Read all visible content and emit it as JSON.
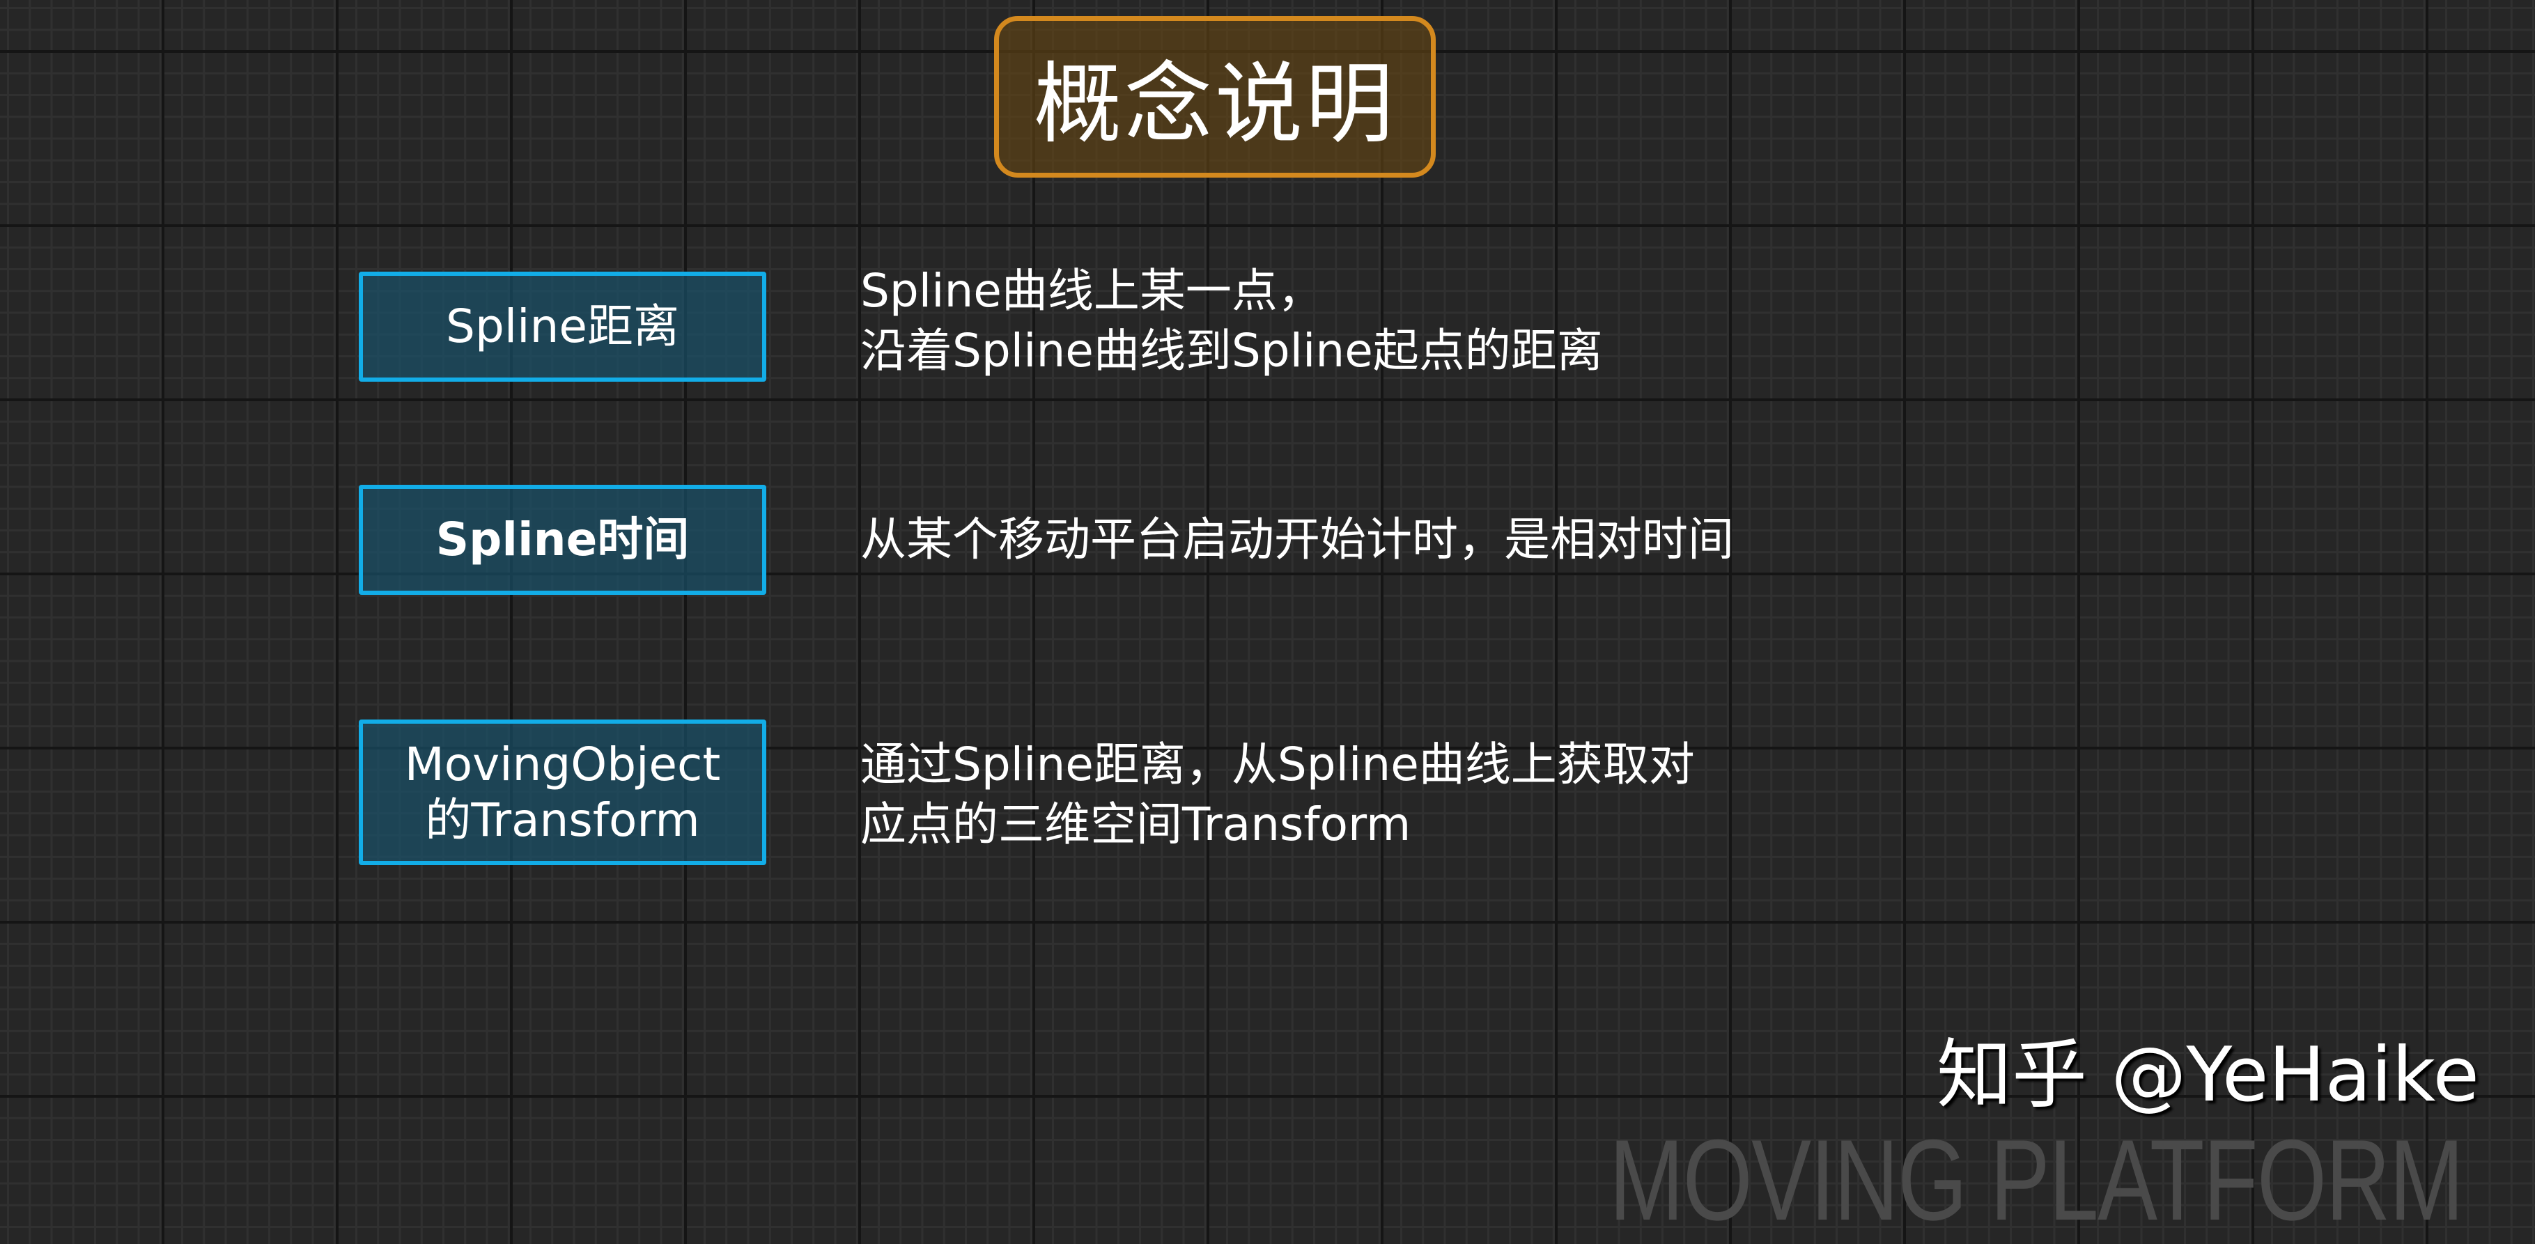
{
  "title": "概念说明",
  "concepts": [
    {
      "term_lines": [
        "Spline距离"
      ],
      "description_lines": [
        "Spline曲线上某一点，",
        "沿着Spline曲线到Spline起点的距离"
      ]
    },
    {
      "term_lines": [
        "Spline时间"
      ],
      "description_lines": [
        "从某个移动平台启动开始计时，是相对时间"
      ]
    },
    {
      "term_lines": [
        "MovingObject",
        "的Transform"
      ],
      "description_lines": [
        "通过Spline距离，从Spline曲线上获取对",
        "应点的三维空间Transform"
      ]
    }
  ],
  "watermark": "MOVING PLATFORM",
  "credit": "知乎 @YeHaike",
  "colors": {
    "title_border": "#d4891e",
    "term_border": "#12ade8",
    "background": "#262626"
  }
}
